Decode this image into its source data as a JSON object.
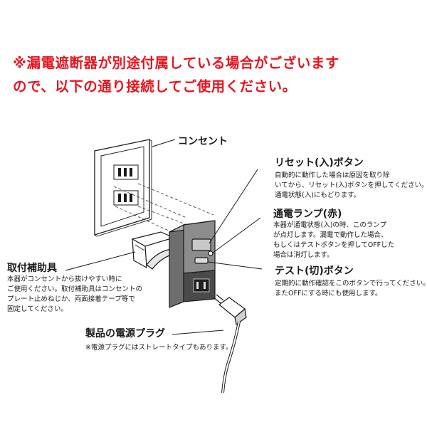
{
  "notice": {
    "line1": "※漏電遮断器が別途付属している場合がございます",
    "line2": "ので、以下の通り接続してご使用ください。"
  },
  "labels": {
    "outlet": "コンセント",
    "reset_title": "リセット(入)ボタン",
    "reset_desc": [
      "自動的に動作した場合は原因を取り除",
      "いてから、リセット(入)ボタンを押してください。",
      "通電状態(入)にもどります。"
    ],
    "lamp_title": "通電ランプ(赤)",
    "lamp_desc": [
      "本器が通電状態(入)の時、このランプ",
      "が点灯します。漏電で動作した場合、",
      "もしくはテストボタンを押してOFFした",
      "場合は消灯します。"
    ],
    "bracket_title": "取付補助具",
    "bracket_desc": [
      "本器がコンセントから抜けやすい時に",
      "ご使用ください。取付補助具はコンセントの",
      "プレート止めねじか、両面接着テープ等で",
      "固定してください。"
    ],
    "test_title": "テスト(切)ボタン",
    "test_desc": [
      "定期的に動作確認をこのボタンで行ってください。",
      "またOFFにする時にも使用します。"
    ],
    "plug_title": "製品の電源プラグ",
    "plug_note": "※電源プラグにはストレートタイプもあります。"
  },
  "colors": {
    "notice_red": "#e8141e",
    "line_art": "#1a1a1a",
    "device_body": "#8c8c8c"
  }
}
